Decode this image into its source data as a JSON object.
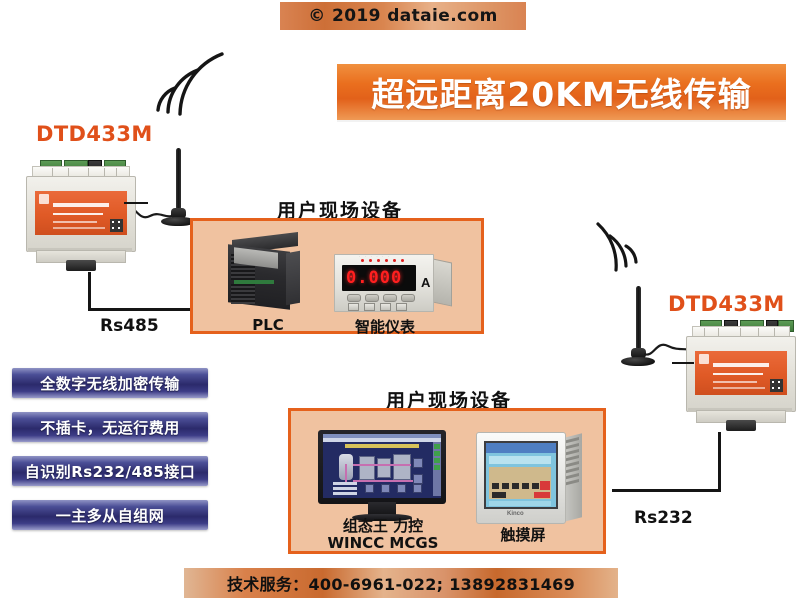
{
  "page": {
    "background": "#ffffff",
    "accent_orange": "#e5611c",
    "badge_purple": "#2b2a6b",
    "field_box_fill": "#f0c2a0"
  },
  "copyright_banner": {
    "text": "© 2019 dataie.com"
  },
  "title_banner": {
    "text": "超远距离20KM无线传输"
  },
  "contact_bar": {
    "text": "技术服务：400-6961-022; 13892831469"
  },
  "devices": {
    "left_module": {
      "model_label": "DTD433M",
      "interface_label": "Rs485"
    },
    "right_module": {
      "model_label": "DTD433M",
      "interface_label": "Rs232"
    }
  },
  "field_group_top": {
    "heading": "用户现场设备",
    "items": [
      {
        "caption": "PLC"
      },
      {
        "caption": "智能仪表",
        "display_value": "0.000",
        "display_unit": "A"
      }
    ]
  },
  "field_group_bottom": {
    "heading": "用户现场设备",
    "items": [
      {
        "caption_line1": "组态王 力控",
        "caption_line2": "WINCC MCGS"
      },
      {
        "caption_line1": "触摸屏"
      }
    ]
  },
  "features": [
    {
      "label": "全数字无线加密传输"
    },
    {
      "label": "不插卡，无运行费用"
    },
    {
      "label": "自识别Rs232/485接口"
    },
    {
      "label": "一主多从自组网"
    }
  ],
  "icons": {
    "antenna": "antenna-icon",
    "signal_waves": "wireless-signal-icon"
  }
}
